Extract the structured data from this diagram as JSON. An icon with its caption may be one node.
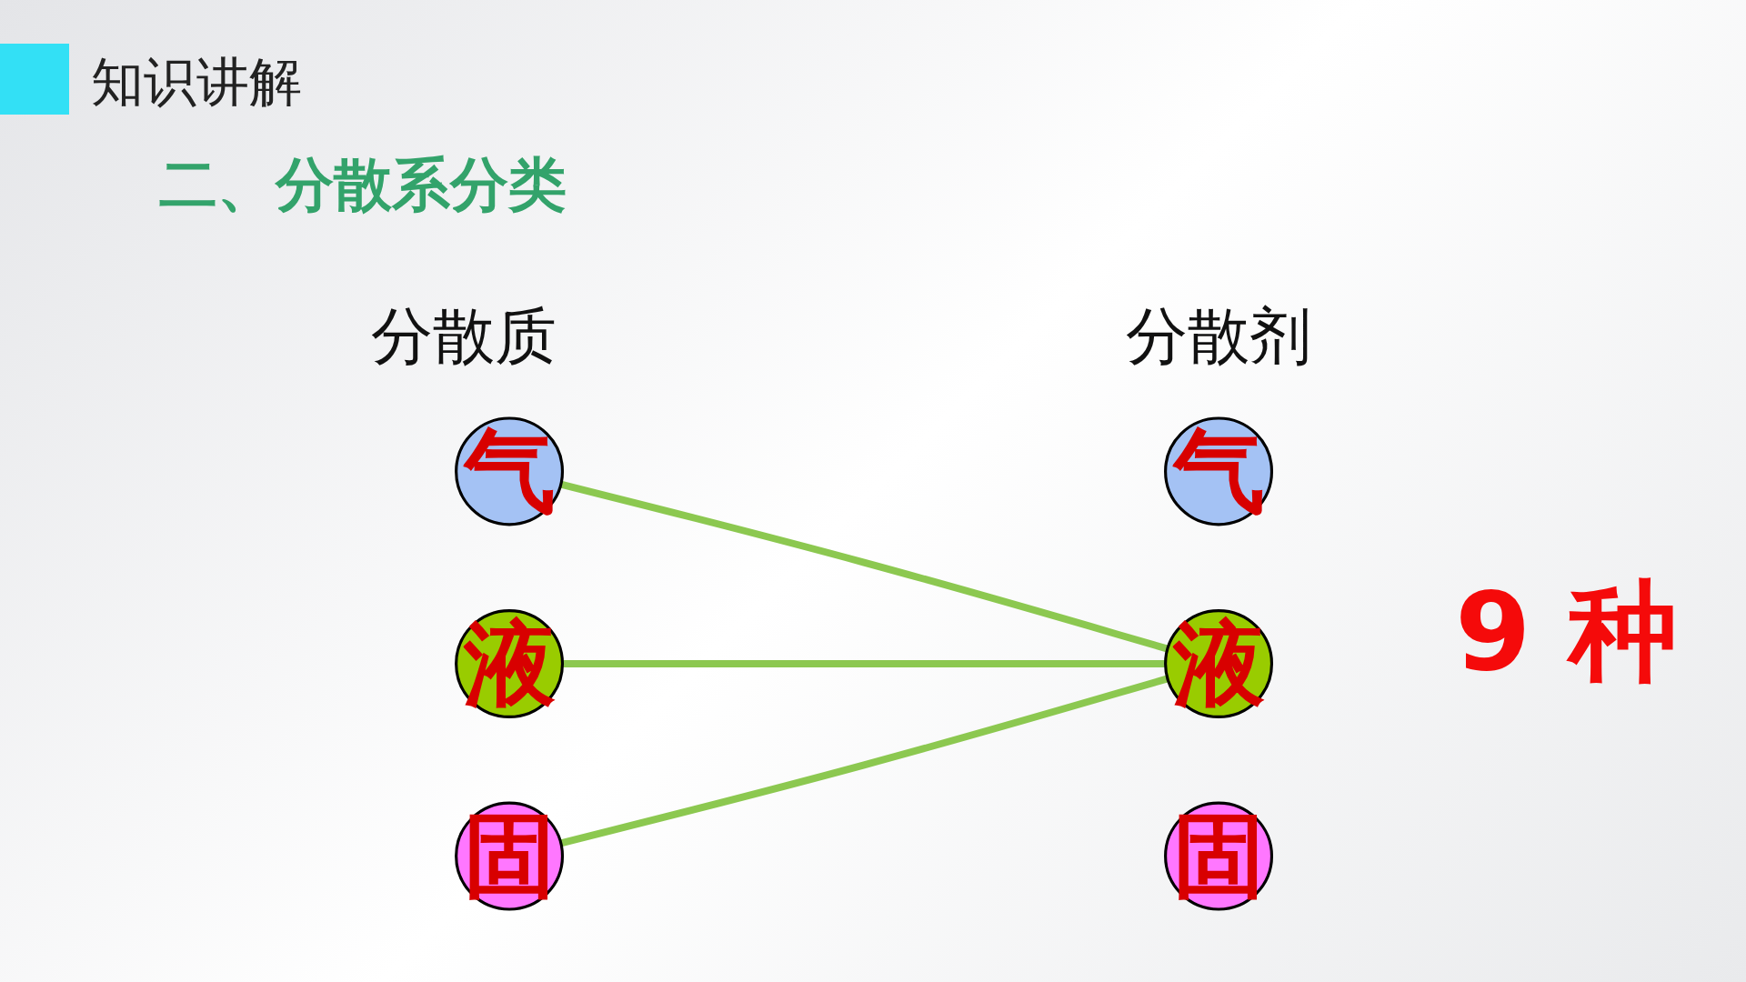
{
  "diagram": {
    "title": "知识讲解",
    "nodes": [
      {
        "text": [
          "气"
        ]
      },
      {
        "text": [
          "液"
        ]
      },
      {
        "text": [
          "固"
        ]
      },
      {
        "text": [
          "气"
        ]
      },
      {
        "text": [
          "液"
        ]
      },
      {
        "text": [
          "固"
        ]
      }
    ],
    "edges": [
      {
        "from": 0,
        "to": 4,
        "arrow": "none"
      },
      {
        "from": 1,
        "to": 4,
        "arrow": "none"
      },
      {
        "from": 2,
        "to": 4,
        "arrow": "none"
      }
    ],
    "labels": [
      "二、分散系分类",
      "分散质",
      "分散剂",
      "9 种"
    ]
  }
}
